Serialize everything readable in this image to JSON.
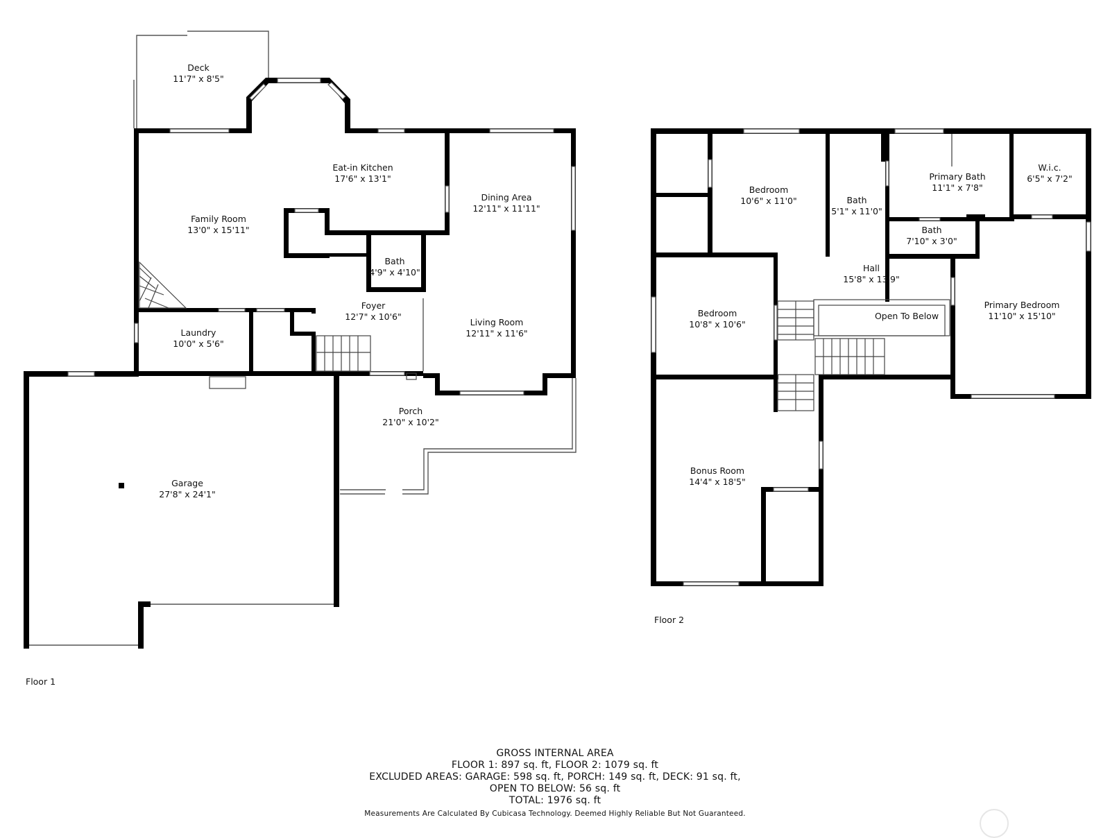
{
  "floor1": {
    "label": "Floor 1",
    "rooms": {
      "deck": {
        "name": "Deck",
        "dims": "11'7\" x 8'5\""
      },
      "kitchen": {
        "name": "Eat-in Kitchen",
        "dims": "17'6\" x 13'1\""
      },
      "family": {
        "name": "Family Room",
        "dims": "13'0\" x 15'11\""
      },
      "dining": {
        "name": "Dining Area",
        "dims": "12'11\" x 11'11\""
      },
      "bath": {
        "name": "Bath",
        "dims": "4'9\" x 4'10\""
      },
      "foyer": {
        "name": "Foyer",
        "dims": "12'7\" x 10'6\""
      },
      "living": {
        "name": "Living Room",
        "dims": "12'11\" x 11'6\""
      },
      "laundry": {
        "name": "Laundry",
        "dims": "10'0\" x 5'6\""
      },
      "porch": {
        "name": "Porch",
        "dims": "21'0\" x 10'2\""
      },
      "garage": {
        "name": "Garage",
        "dims": "27'8\" x 24'1\""
      }
    }
  },
  "floor2": {
    "label": "Floor 2",
    "rooms": {
      "bedroom1": {
        "name": "Bedroom",
        "dims": "10'6\" x 11'0\""
      },
      "bath1": {
        "name": "Bath",
        "dims": "5'1\" x 11'0\""
      },
      "primary_bath": {
        "name": "Primary Bath",
        "dims": "11'1\" x 7'8\""
      },
      "wic": {
        "name": "W.i.c.",
        "dims": "6'5\" x 7'2\""
      },
      "bath2": {
        "name": "Bath",
        "dims": "7'10\" x 3'0\""
      },
      "hall": {
        "name": "Hall",
        "dims": "15'8\" x 13'9\""
      },
      "bedroom2": {
        "name": "Bedroom",
        "dims": "10'8\" x 10'6\""
      },
      "open_below": {
        "name": "Open To Below"
      },
      "primary_bed": {
        "name": "Primary Bedroom",
        "dims": "11'10\" x 15'10\""
      },
      "bonus": {
        "name": "Bonus Room",
        "dims": "14'4\" x 18'5\""
      }
    }
  },
  "summary": {
    "heading": "GROSS INTERNAL AREA",
    "line1": "FLOOR 1: 897 sq. ft, FLOOR 2: 1079 sq. ft",
    "line2": "EXCLUDED AREAS: GARAGE: 598 sq. ft, PORCH: 149 sq. ft, DECK: 91 sq. ft,",
    "line3": "OPEN TO BELOW: 56 sq. ft",
    "line4": "TOTAL: 1976 sq. ft",
    "disclaimer": "Measurements Are Calculated By Cubicasa Technology. Deemed Highly Reliable But Not Guaranteed."
  }
}
